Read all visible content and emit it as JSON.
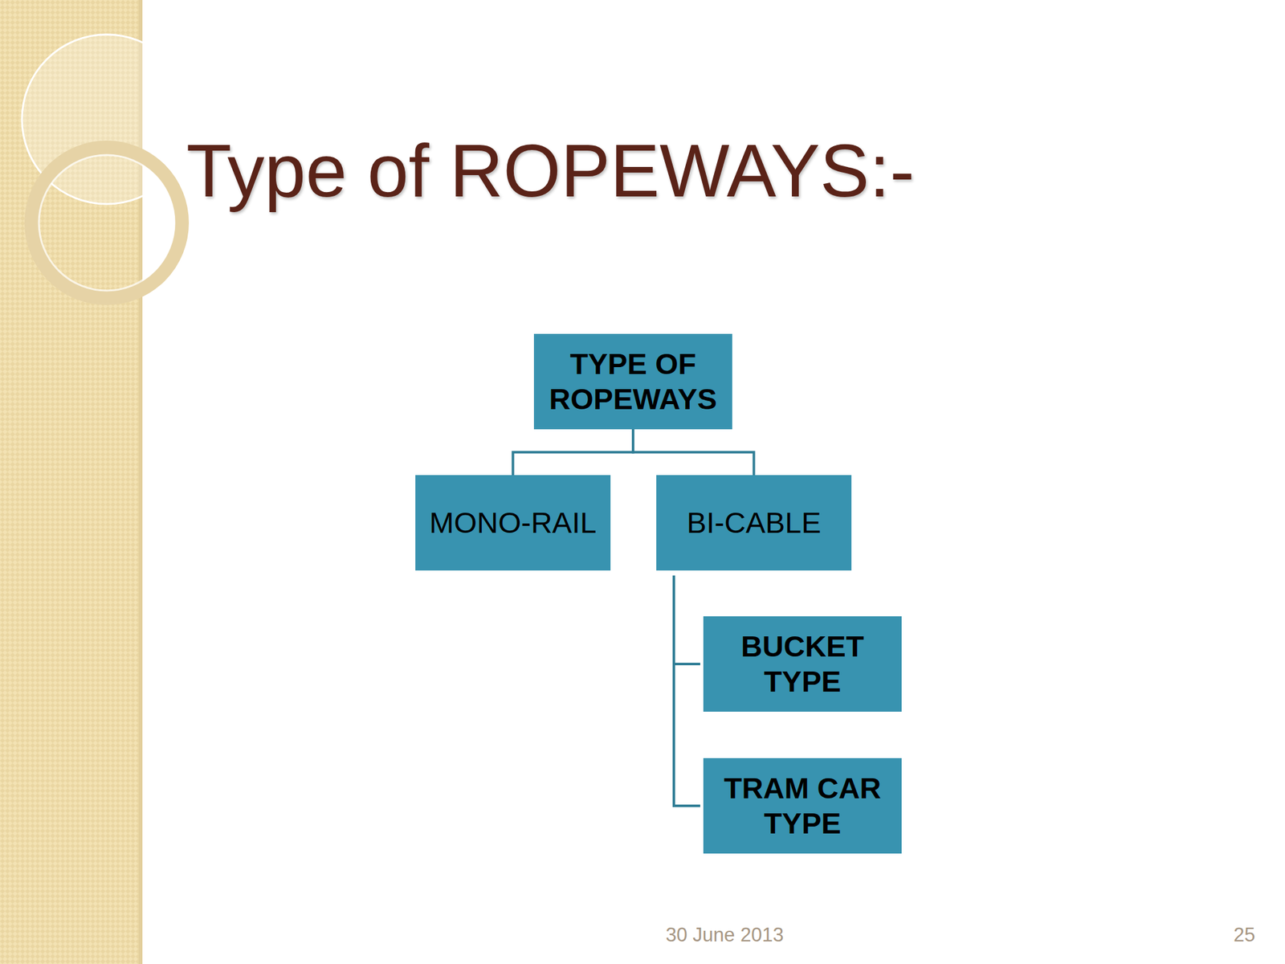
{
  "diagram": {
    "title": "Type of ROPEWAYS:-",
    "nodes": [
      {
        "text": [
          "TYPE OF ROPEWAYS"
        ]
      },
      {
        "text": [
          "MONO-RAIL"
        ]
      },
      {
        "text": [
          "BI-CABLE"
        ]
      },
      {
        "text": [
          "BUCKET TYPE"
        ]
      },
      {
        "text": [
          "TRAM CAR TYPE"
        ]
      }
    ],
    "edges": [
      {
        "from": 0,
        "to": 1,
        "arrow": "none"
      },
      {
        "from": 0,
        "to": 2,
        "arrow": "none"
      },
      {
        "from": 2,
        "to": 3,
        "arrow": "none"
      },
      {
        "from": 2,
        "to": 4,
        "arrow": "none"
      }
    ],
    "labels": [
      "30 June 2013",
      "25"
    ]
  }
}
